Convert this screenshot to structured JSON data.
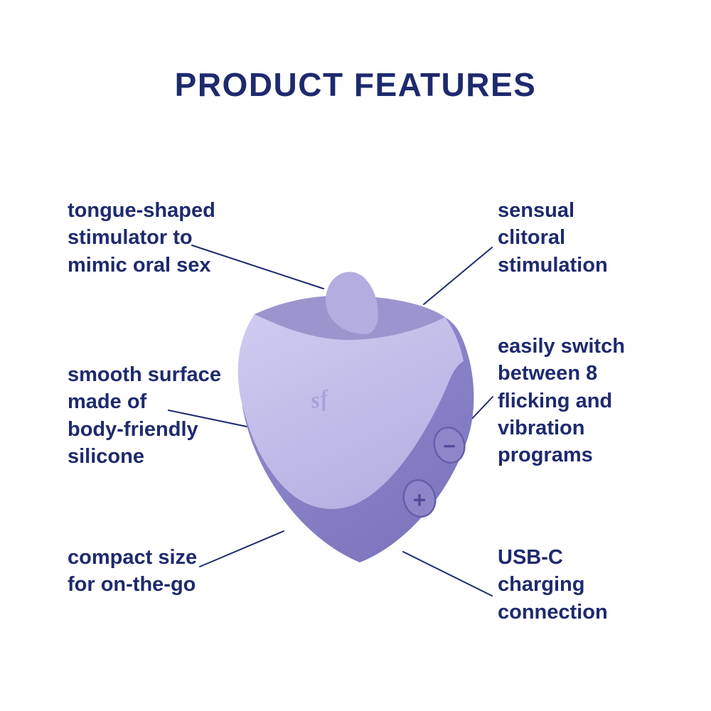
{
  "title": "PRODUCT FEATURES",
  "labels": {
    "tongue": "tongue-shaped\nstimulator to\nmimic oral sex",
    "sensual": "sensual\nclitoral\nstimulation",
    "smooth": "smooth surface\nmade of\nbody-friendly\nsilicone",
    "switch": "easily switch\nbetween 8\nflicking and\nvibration\nprograms",
    "compact": "compact size\nfor on-the-go",
    "usbc": "USB-C\ncharging\nconnection"
  },
  "device": {
    "logo": "sf",
    "minus_label": "−",
    "plus_label": "+"
  },
  "colors": {
    "text": "#1e2a6e",
    "line": "#1e2a6e",
    "body_light": "#c8c4ea",
    "body_mid_tongue": "#b4addf",
    "mouth_interior": "#9c95cd",
    "body_dark": "#8781c4",
    "button_glyph": "#524b9a",
    "background": "#ffffff"
  }
}
